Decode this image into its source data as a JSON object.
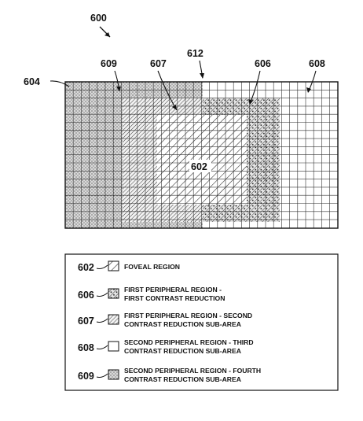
{
  "figure": {
    "number": "600",
    "callouts": {
      "r604": "604",
      "r609": "609",
      "r607": "607",
      "r612": "612",
      "r606": "606",
      "r608": "608",
      "r602": "602"
    }
  },
  "legend": {
    "items": [
      {
        "ref": "602",
        "pattern": "diag",
        "lines": [
          "FOVEAL REGION"
        ]
      },
      {
        "ref": "606",
        "pattern": "dotsdiag",
        "lines": [
          "FIRST PERIPHERAL REGION -",
          "FIRST CONTRAST REDUCTION"
        ]
      },
      {
        "ref": "607",
        "pattern": "diagfine",
        "lines": [
          "FIRST PERIPHERAL REGION - SECOND",
          "CONTRAST REDUCTION SUB-AREA"
        ]
      },
      {
        "ref": "608",
        "pattern": "blank",
        "lines": [
          "SECOND PERIPHERAL REGION - THIRD",
          "CONTRAST REDUCTION SUB-AREA"
        ]
      },
      {
        "ref": "609",
        "pattern": "stipple",
        "lines": [
          "SECOND PERIPHERAL REGION - FOURTH",
          "CONTRAST REDUCTION SUB-AREA"
        ]
      }
    ]
  }
}
